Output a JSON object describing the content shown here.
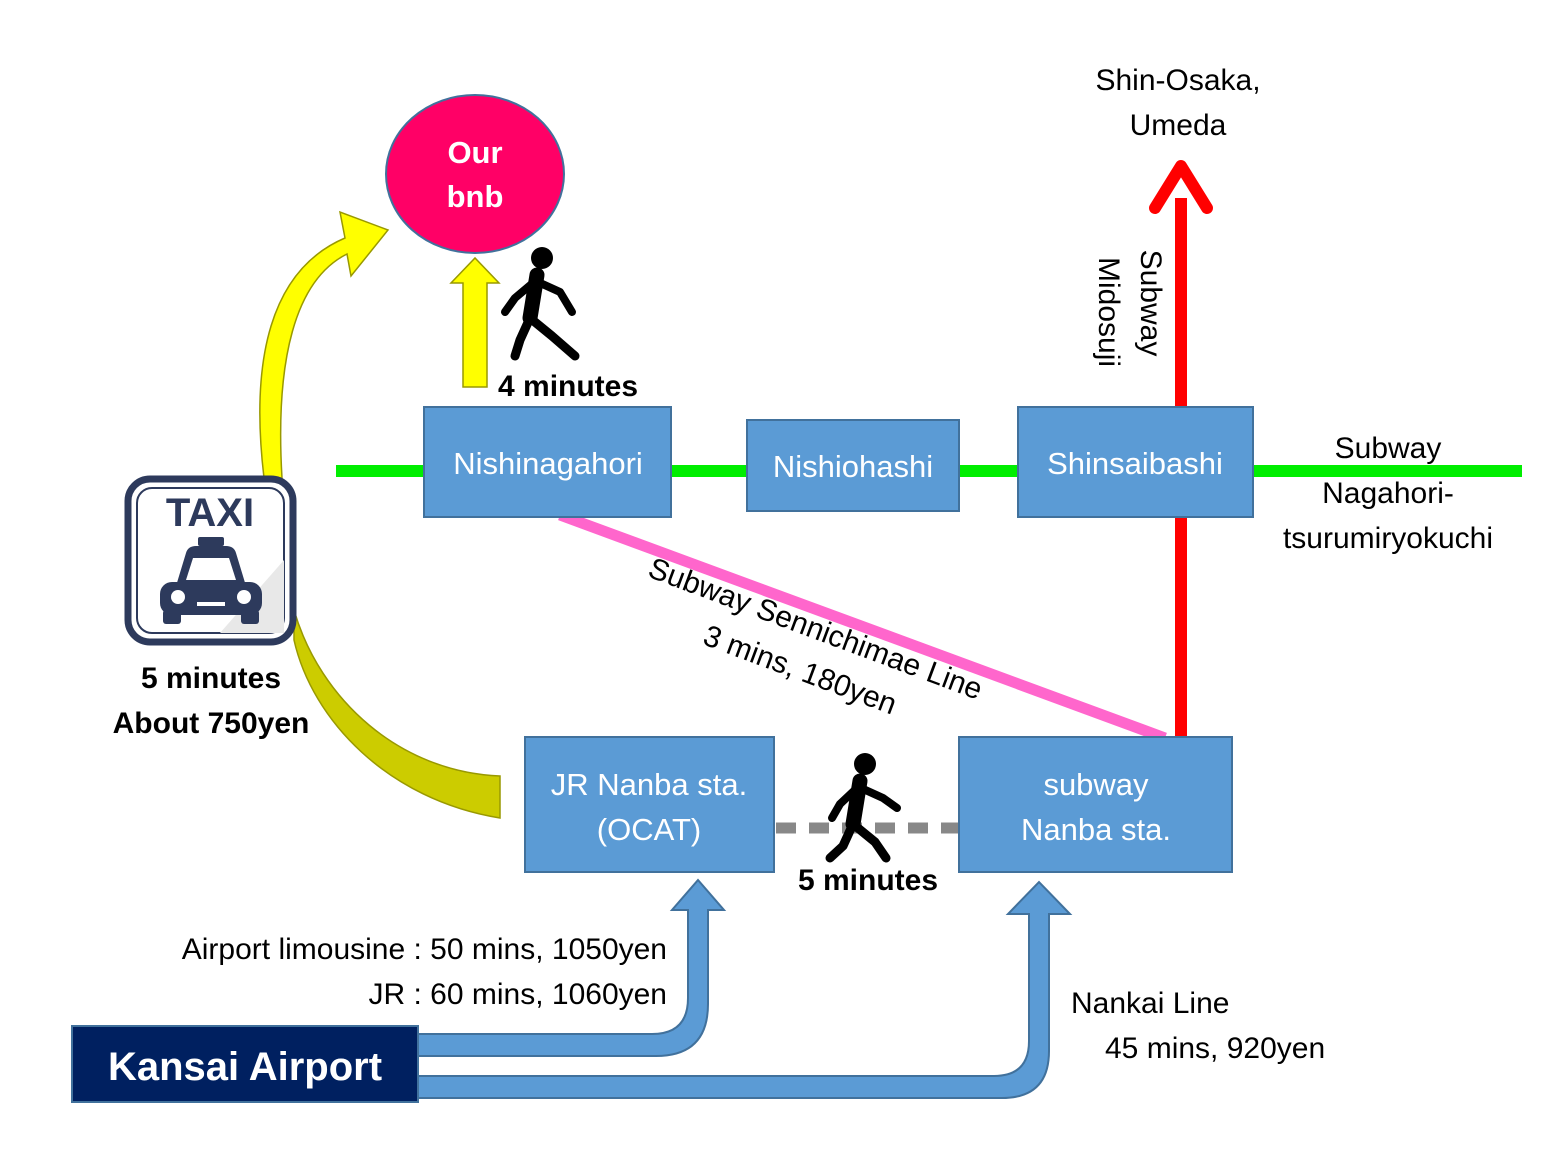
{
  "destination": {
    "line1": "Our",
    "line2": "bnb",
    "color": "#ff0066"
  },
  "walk_to_bnb": "4 minutes",
  "stations": {
    "nishinagahori": "Nishinagahori",
    "nishiohashi": "Nishiohashi",
    "shinsaibashi": "Shinsaibashi",
    "jr_nanba": {
      "line1": "JR Nanba sta.",
      "line2": "(OCAT)"
    },
    "subway_nanba": {
      "line1": "subway",
      "line2": "Nanba sta."
    },
    "kansai": "Kansai Airport"
  },
  "lines": {
    "nagahori": {
      "line1": "Subway",
      "line2": "Nagahori-",
      "line3": "tsurumiryokuchi",
      "color": "#00ee00"
    },
    "midosuji": {
      "line1": "Subway",
      "line2": "Midosuji",
      "color": "#ff0000"
    },
    "midosuji_dest": {
      "line1": "Shin-Osaka,",
      "line2": "Umeda"
    },
    "sennichimae": {
      "line1": "Subway Sennichimae Line",
      "line2": "3 mins,  180yen",
      "color": "#ff66cc"
    }
  },
  "taxi": {
    "sign": "TAXI",
    "line1": "5 minutes",
    "line2": "About 750yen",
    "icon": "taxi-icon"
  },
  "walk_transfer": "5 minutes",
  "airport_routes": {
    "limousine": "Airport limousine : 50 mins, 1050yen",
    "jr": "JR : 60 mins, 1060yen",
    "nankai_name": "Nankai Line",
    "nankai_detail": "45 mins, 920yen"
  },
  "colors": {
    "station_fill": "#5b9bd5",
    "airport_fill": "#002060",
    "yellow_arrow": "#ffff00",
    "olive_arrow": "#cccc00",
    "route_arrow": "#5b9bd5"
  }
}
